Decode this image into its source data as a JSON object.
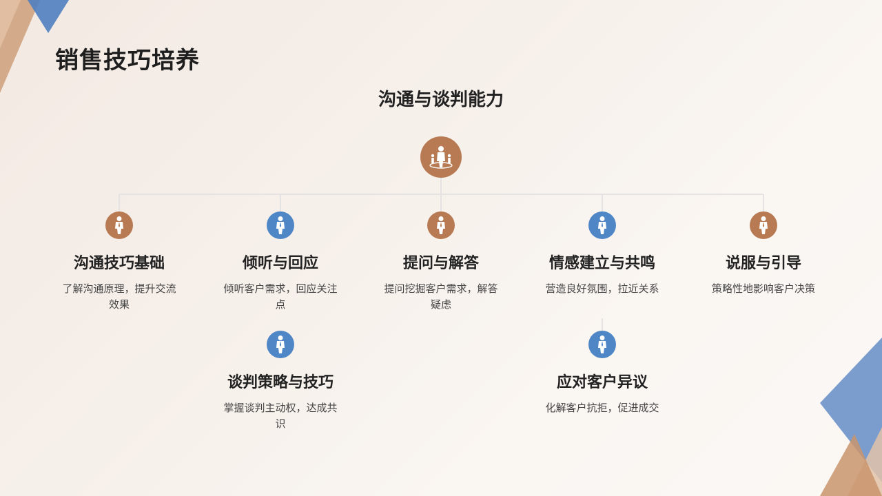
{
  "page": {
    "title": "销售技巧培养"
  },
  "root": {
    "title": "沟通与谈判能力",
    "icon": "presenter-icon",
    "color": "#b87a52"
  },
  "nodes": [
    {
      "title": "沟通技巧基础",
      "desc": "了解沟通原理，提升交流效果",
      "icon": "person-icon",
      "color": "#b87a52"
    },
    {
      "title": "倾听与回应",
      "desc": "倾听客户需求，回应关注点",
      "icon": "person-icon",
      "color": "#4f86c6"
    },
    {
      "title": "提问与解答",
      "desc": "提问挖掘客户需求，解答疑虑",
      "icon": "person-icon",
      "color": "#b87a52"
    },
    {
      "title": "情感建立与共鸣",
      "desc": "营造良好氛围，拉近关系",
      "icon": "person-icon",
      "color": "#4f86c6"
    },
    {
      "title": "说服与引导",
      "desc": "策略性地影响客户决策",
      "icon": "person-icon",
      "color": "#b87a52"
    },
    {
      "title": "谈判策略与技巧",
      "desc": "掌握谈判主动权，达成共识",
      "icon": "person-icon",
      "color": "#4f86c6"
    },
    {
      "title": "应对客户异议",
      "desc": "化解客户抗拒，促进成交",
      "icon": "person-icon",
      "color": "#4f86c6"
    }
  ]
}
